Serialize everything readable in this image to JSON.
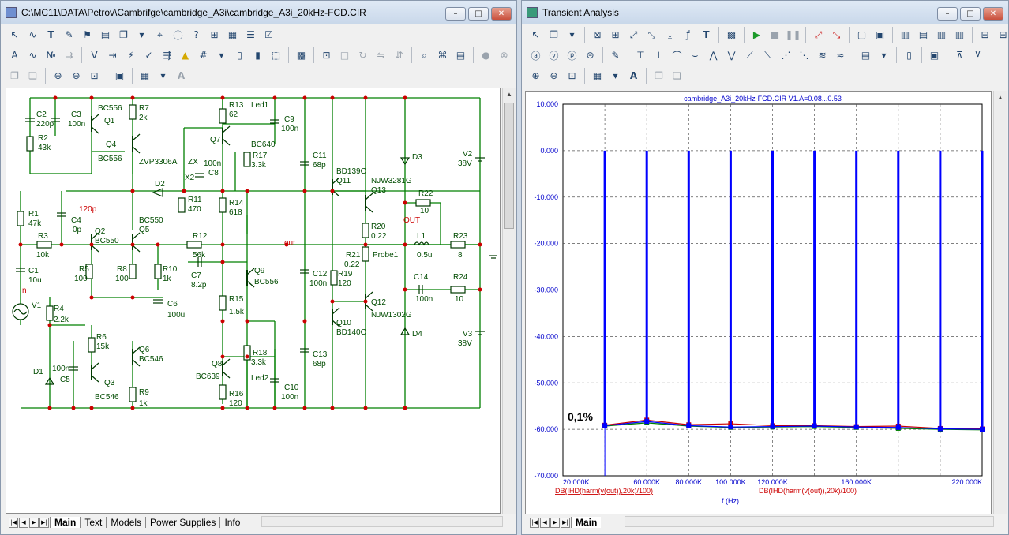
{
  "left_window": {
    "title": "C:\\MC11\\DATA\\Petrov\\Cambrifge\\cambridge_A3i\\cambridge_A3i_20kHz-FCD.CIR",
    "tabs": [
      "Main",
      "Text",
      "Models",
      "Power Supplies",
      "Info"
    ],
    "active_tab": "Main"
  },
  "right_window": {
    "title": "Transient Analysis",
    "tabs": [
      "Main"
    ],
    "active_tab": "Main"
  },
  "schematic": {
    "labels": [
      {
        "id": "c2",
        "t": "C2"
      },
      {
        "id": "c2v",
        "t": "220p"
      },
      {
        "id": "c3",
        "t": "C3"
      },
      {
        "id": "c3v",
        "t": "100n"
      },
      {
        "id": "bc556a",
        "t": "BC556"
      },
      {
        "id": "q1",
        "t": "Q1"
      },
      {
        "id": "r7",
        "t": "R7"
      },
      {
        "id": "r7v",
        "t": "2k"
      },
      {
        "id": "r2",
        "t": "R2"
      },
      {
        "id": "r2v",
        "t": "43k"
      },
      {
        "id": "q4",
        "t": "Q4"
      },
      {
        "id": "bc556b",
        "t": "BC556"
      },
      {
        "id": "zvp",
        "t": "ZVP3306A"
      },
      {
        "id": "zx",
        "t": "ZX"
      },
      {
        "id": "x2",
        "t": "X2"
      },
      {
        "id": "d2",
        "t": "D2"
      },
      {
        "id": "c8v",
        "t": "100n"
      },
      {
        "id": "c8",
        "t": "C8"
      },
      {
        "id": "r11",
        "t": "R11"
      },
      {
        "id": "r11v",
        "t": "470"
      },
      {
        "id": "r13",
        "t": "R13"
      },
      {
        "id": "r13v",
        "t": "62"
      },
      {
        "id": "led1",
        "t": "Led1"
      },
      {
        "id": "c9",
        "t": "C9"
      },
      {
        "id": "c9v",
        "t": "100n"
      },
      {
        "id": "q7",
        "t": "Q7"
      },
      {
        "id": "bc640",
        "t": "BC640"
      },
      {
        "id": "r17",
        "t": "R17"
      },
      {
        "id": "r17v",
        "t": "3.3k"
      },
      {
        "id": "c11",
        "t": "C11"
      },
      {
        "id": "c11v",
        "t": "68p"
      },
      {
        "id": "bd139",
        "t": "BD139C"
      },
      {
        "id": "q11",
        "t": "Q11"
      },
      {
        "id": "njw3281",
        "t": "NJW3281G"
      },
      {
        "id": "q13",
        "t": "Q13"
      },
      {
        "id": "d3",
        "t": "D3"
      },
      {
        "id": "v2",
        "t": "V2"
      },
      {
        "id": "v2v",
        "t": "38V"
      },
      {
        "id": "r22",
        "t": "R22"
      },
      {
        "id": "r22v",
        "t": "10"
      },
      {
        "id": "outl",
        "t": "OUT"
      },
      {
        "id": "r1",
        "t": "R1"
      },
      {
        "id": "r1v",
        "t": "47k"
      },
      {
        "id": "c4v",
        "t": "120p"
      },
      {
        "id": "c4",
        "t": "C4"
      },
      {
        "id": "c4v2",
        "t": "0p"
      },
      {
        "id": "r3",
        "t": "R3"
      },
      {
        "id": "r3v",
        "t": "10k"
      },
      {
        "id": "q2",
        "t": "Q2"
      },
      {
        "id": "bc550a",
        "t": "BC550"
      },
      {
        "id": "bc550b",
        "t": "BC550"
      },
      {
        "id": "q5",
        "t": "Q5"
      },
      {
        "id": "r12",
        "t": "R12"
      },
      {
        "id": "r12v",
        "t": "56k"
      },
      {
        "id": "r14",
        "t": "R14"
      },
      {
        "id": "r14v",
        "t": "618"
      },
      {
        "id": "out2",
        "t": "out"
      },
      {
        "id": "r20",
        "t": "R20"
      },
      {
        "id": "r20v",
        "t": "0.22"
      },
      {
        "id": "probe",
        "t": "Probe1"
      },
      {
        "id": "r21",
        "t": "R21"
      },
      {
        "id": "r21v",
        "t": "0.22"
      },
      {
        "id": "l1",
        "t": "L1"
      },
      {
        "id": "l1v",
        "t": "0.5u"
      },
      {
        "id": "r23",
        "t": "R23"
      },
      {
        "id": "r23v",
        "t": "8"
      },
      {
        "id": "c1",
        "t": "C1"
      },
      {
        "id": "c1v",
        "t": "10u"
      },
      {
        "id": "r5",
        "t": "R5"
      },
      {
        "id": "r5v",
        "t": "100"
      },
      {
        "id": "r8",
        "t": "R8"
      },
      {
        "id": "r8v",
        "t": "100"
      },
      {
        "id": "r10",
        "t": "R10"
      },
      {
        "id": "r10v",
        "t": "1k"
      },
      {
        "id": "c7",
        "t": "C7"
      },
      {
        "id": "c7v",
        "t": "8.2p"
      },
      {
        "id": "q9",
        "t": "Q9"
      },
      {
        "id": "bc556c",
        "t": "BC556"
      },
      {
        "id": "c12",
        "t": "C12"
      },
      {
        "id": "c12v",
        "t": "100n"
      },
      {
        "id": "r19",
        "t": "R19"
      },
      {
        "id": "r19v",
        "t": "120"
      },
      {
        "id": "c14",
        "t": "C14"
      },
      {
        "id": "c14v",
        "t": "100n"
      },
      {
        "id": "r24",
        "t": "R24"
      },
      {
        "id": "r24v",
        "t": "10"
      },
      {
        "id": "q12",
        "t": "Q12"
      },
      {
        "id": "njw1302",
        "t": "NJW1302G"
      },
      {
        "id": "nl",
        "t": "n"
      },
      {
        "id": "v1",
        "t": "V1"
      },
      {
        "id": "r4",
        "t": "R4"
      },
      {
        "id": "r4v",
        "t": "2.2k"
      },
      {
        "id": "c6",
        "t": "C6"
      },
      {
        "id": "c6v",
        "t": "100u"
      },
      {
        "id": "r15",
        "t": "R15"
      },
      {
        "id": "r15v",
        "t": "1.5k"
      },
      {
        "id": "q10",
        "t": "Q10"
      },
      {
        "id": "bd140",
        "t": "BD140C"
      },
      {
        "id": "d4",
        "t": "D4"
      },
      {
        "id": "v3",
        "t": "V3"
      },
      {
        "id": "v3v",
        "t": "38V"
      },
      {
        "id": "r6",
        "t": "R6"
      },
      {
        "id": "r6v",
        "t": "15k"
      },
      {
        "id": "q6",
        "t": "Q6"
      },
      {
        "id": "bc546a",
        "t": "BC546"
      },
      {
        "id": "r18",
        "t": "R18"
      },
      {
        "id": "r18v",
        "t": "3.3k"
      },
      {
        "id": "c13",
        "t": "C13"
      },
      {
        "id": "c13v",
        "t": "68p"
      },
      {
        "id": "q8",
        "t": "Q8"
      },
      {
        "id": "bc639",
        "t": "BC639"
      },
      {
        "id": "led2",
        "t": "Led2"
      },
      {
        "id": "d1",
        "t": "D1"
      },
      {
        "id": "c5v",
        "t": "100n"
      },
      {
        "id": "c5",
        "t": "C5"
      },
      {
        "id": "q3",
        "t": "Q3"
      },
      {
        "id": "r9",
        "t": "R9"
      },
      {
        "id": "r9v",
        "t": "1k"
      },
      {
        "id": "bc546b",
        "t": "BC546"
      },
      {
        "id": "r16",
        "t": "R16"
      },
      {
        "id": "r16v",
        "t": "120"
      },
      {
        "id": "c10",
        "t": "C10"
      },
      {
        "id": "c10v",
        "t": "100n"
      }
    ]
  },
  "chart_data": {
    "type": "bar",
    "title": "cambridge_A3i_20kHz-FCD.CIR V1.A=0.08...0.53",
    "xlabel": "f (Hz)",
    "x_tick_labels": [
      "20.000K",
      "60.000K",
      "80.000K",
      "100.000K",
      "120.000K",
      "160.000K",
      "220.000K"
    ],
    "x_ticks": [
      20000,
      60000,
      80000,
      100000,
      120000,
      160000,
      220000
    ],
    "xlim": [
      20000,
      220000
    ],
    "y_tick_labels": [
      "10.000",
      "0.000",
      "-10.000",
      "-20.000",
      "-30.000",
      "-40.000",
      "-50.000",
      "-60.000",
      "-70.000"
    ],
    "ylim": [
      -70,
      10
    ],
    "grid": true,
    "trace_labels": [
      "DB(IHD(harm(v(out)),20k)/100)",
      "DB(IHD(harm(v(out)),20k)/100)"
    ],
    "annotation": "0,1%",
    "spikes_x": [
      40000,
      60000,
      80000,
      100000,
      120000,
      140000,
      160000,
      180000,
      200000,
      220000
    ],
    "spike_top": 0,
    "series": [
      {
        "color": "#0000ff",
        "x": [
          40000,
          60000,
          80000,
          100000,
          120000,
          140000,
          160000,
          180000,
          200000,
          220000
        ],
        "values": [
          -59.2,
          -58.3,
          -59.2,
          -59.5,
          -59.4,
          -59.3,
          -59.5,
          -59.6,
          -59.9,
          -60.0
        ]
      },
      {
        "color": "#cc0000",
        "x": [
          40000,
          60000,
          80000,
          100000,
          120000,
          140000,
          160000,
          180000,
          200000,
          220000
        ],
        "values": [
          -59.1,
          -58.0,
          -59.0,
          -58.8,
          -59.2,
          -59.2,
          -59.4,
          -59.3,
          -59.8,
          -59.9
        ]
      },
      {
        "color": "#008000",
        "x": [
          40000,
          60000,
          80000,
          100000,
          120000,
          140000,
          160000,
          180000,
          200000,
          220000
        ],
        "values": [
          -59.3,
          -58.6,
          -59.3,
          -59.6,
          -59.5,
          -59.4,
          -59.6,
          -59.8,
          -60.0,
          -60.1
        ]
      }
    ]
  },
  "colors": {
    "wire": "#008000",
    "label": "#005a00",
    "node": "#cc0000",
    "value_red": "#cc0000",
    "spike": "#0000ff",
    "axis_text": "#0000cc"
  }
}
